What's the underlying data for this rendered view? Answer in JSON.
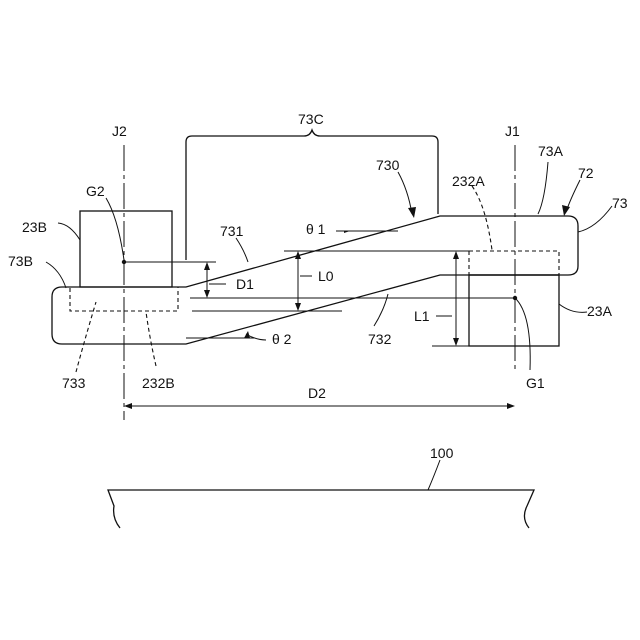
{
  "diagram": {
    "labels": {
      "j2": "J2",
      "j1": "J1",
      "c73": "73C",
      "g2": "G2",
      "b23": "23B",
      "b73": "73B",
      "a730": "730",
      "a232": "232A",
      "a73": "73A",
      "n72": "72",
      "n73": "73",
      "n731": "731",
      "theta1": "θ 1",
      "d1": "D1",
      "l0": "L0",
      "a23": "23A",
      "l1": "L1",
      "theta2": "θ 2",
      "n732": "732",
      "n733": "733",
      "b232": "232B",
      "g1": "G1",
      "d2": "D2",
      "n100": "100"
    }
  }
}
